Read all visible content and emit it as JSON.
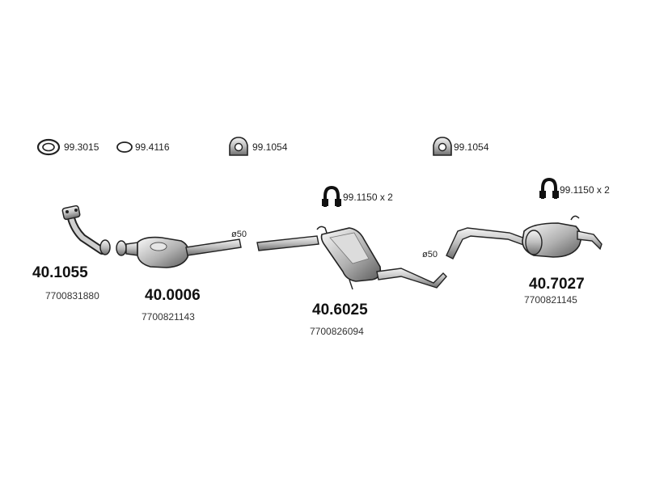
{
  "accessories": [
    {
      "code": "99.3015",
      "icon": "gasket-ring-icon"
    },
    {
      "code": "99.4116",
      "icon": "o-ring-icon"
    },
    {
      "code": "99.1054",
      "icon": "rubber-mount-icon"
    },
    {
      "code": "99.1054",
      "icon": "rubber-mount-icon"
    }
  ],
  "clamps": [
    {
      "label": "99.1150 x 2",
      "icon": "u-bolt-clamp-icon"
    },
    {
      "label": "99.1150 x 2",
      "icon": "u-bolt-clamp-icon"
    }
  ],
  "parts": [
    {
      "number": "40.1055",
      "oe": "7700831880",
      "icon": "front-pipe-icon"
    },
    {
      "number": "40.0006",
      "oe": "7700821143",
      "icon": "catalytic-converter-icon"
    },
    {
      "number": "40.6025",
      "oe": "7700826094",
      "icon": "middle-silencer-icon"
    },
    {
      "number": "40.7027",
      "oe": "7700821145",
      "icon": "rear-silencer-icon"
    }
  ],
  "diameters": [
    "ø50",
    "ø50"
  ]
}
